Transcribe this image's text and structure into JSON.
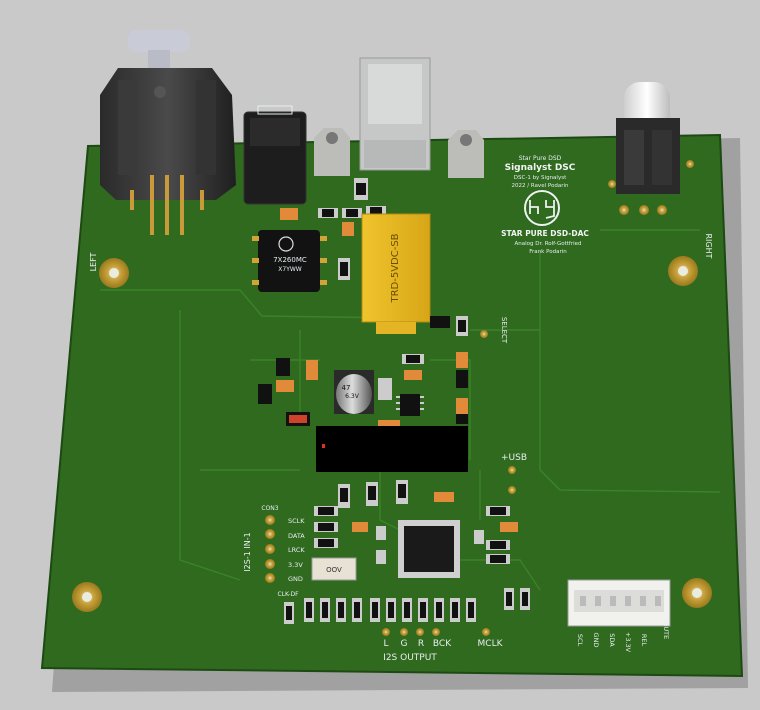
{
  "board": {
    "colors": {
      "background": "#c9c9c9",
      "pcb": "#2f6a1f",
      "pcb_dark": "#245716",
      "silkscreen": "#e8eef0",
      "copper": "#c89a2a",
      "relay": "#e2b21e",
      "ic": "#111111"
    }
  },
  "title_block": {
    "line1": "Star Pure DSD",
    "name": "Signalyst DSC",
    "line3": "DSC-1 by Signalyst",
    "line4": "2022 / Ravel Podarin",
    "brand": "STAR PURE DSD-DAC",
    "credit1": "Analog Dr. Rolf-Gottfried",
    "credit2": "Frank Podarin"
  },
  "labels": {
    "left": "LEFT",
    "right": "RIGHT",
    "select": "SELECT",
    "usb": "+USB",
    "relay_part": "TRD-5VDC-SB",
    "xfmr_part1": "7X260MC",
    "xfmr_part2": "X7YWW",
    "cap_value1": "47",
    "cap_value2": "6.3V",
    "crystal": "OOV",
    "i2s_input": "I2S-1 IN-1",
    "i2s_output": "I2S OUTPUT",
    "mclk": "MCLK",
    "con3": "CON3",
    "clk_df": "CLK-DF"
  },
  "i2s_in_pins": [
    "SCLK",
    "DATA",
    "LRCK",
    "3.3V",
    "GND"
  ],
  "i2s_out_pins": [
    "L",
    "G",
    "R",
    "BCK"
  ],
  "connector_pins": [
    "SCL",
    "GND",
    "SDA",
    "+3.3V",
    "REL",
    "MUTE"
  ]
}
